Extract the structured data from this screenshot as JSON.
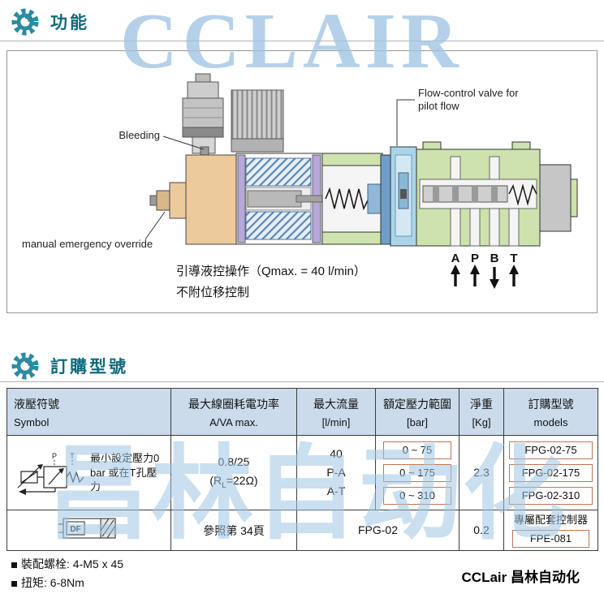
{
  "watermarks": {
    "top": "CCLAIR",
    "bottom": "昌林自动化"
  },
  "section_function": {
    "title": "功能"
  },
  "section_ordering": {
    "title": "訂購型號"
  },
  "diagram": {
    "label_bleeding": "Bleeding",
    "label_flow_control_1": "Flow-control valve for",
    "label_flow_control_2": "pilot flow",
    "label_manual_override": "manual emergency override",
    "ports": [
      "A",
      "P",
      "B",
      "T"
    ],
    "caption_1": "引導液控操作（Qmax. = 40 l/min）",
    "caption_2": "不附位移控制"
  },
  "table": {
    "col_symbol": {
      "zh": "液壓符號",
      "en": "Symbol"
    },
    "col_power": {
      "zh": "最大線圈耗電功率",
      "en": "A/VA max."
    },
    "col_flow": {
      "zh": "最大流量",
      "en": "[l/min]"
    },
    "col_pressure": {
      "zh": "額定壓力範圍",
      "en": "[bar]"
    },
    "col_weight": {
      "zh": "淨重",
      "en": "[Kg]"
    },
    "col_models": {
      "zh": "訂購型號",
      "en": "models"
    },
    "row1": {
      "symbol_ports": {
        "p": "P",
        "t": "T"
      },
      "note": "最小設定壓力0 bar 或在T孔壓力",
      "power_1": "0.8/25",
      "power_r": "(R",
      "power_sub": "L",
      "power_rest": "=22Ω)",
      "flow_1": "40",
      "flow_2": "P-A",
      "flow_3": "A-T",
      "pressures": [
        "0 ~ 75",
        "0 ~ 175",
        "0 ~ 310"
      ],
      "weight": "2.3",
      "models": [
        "FPG-02-75",
        "FPG-02-175",
        "FPG-02-310"
      ]
    },
    "row2": {
      "symbol": "DF",
      "reference": "參照第 34頁",
      "model": "FPG-02",
      "weight": "0.2",
      "controller": "專屬配套控制器",
      "controller_model": "FPE-081"
    }
  },
  "footer": {
    "line1": "裝配螺栓: 4-M5 x 45",
    "line2": "扭矩: 6-8Nm",
    "brand": "CCLair 昌林自动化"
  }
}
